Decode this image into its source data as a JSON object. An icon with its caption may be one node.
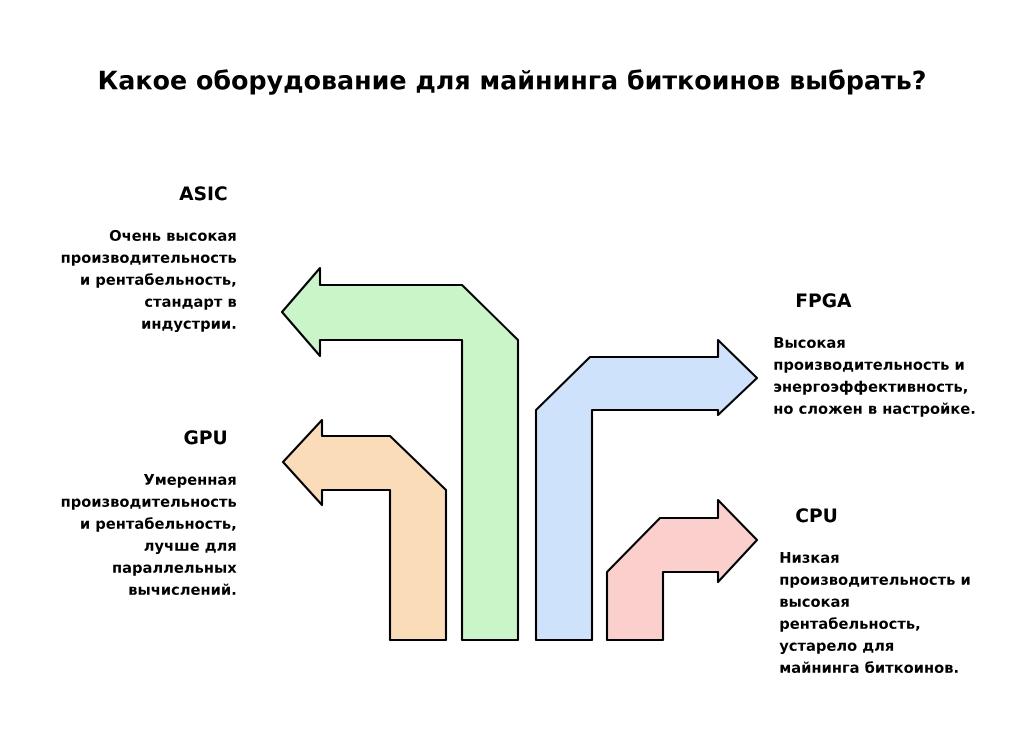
{
  "diagram": {
    "title": "Какое оборудование для майнинга биткоинов выбрать?",
    "nodes": [
      {
        "text": [
          "ASIC",
          "Очень высокая производительность и рентабельность, стандарт в индустрии."
        ]
      },
      {
        "text": [
          "FPGA",
          "Высокая производительность и энергоэффективность, но сложен в настройке."
        ]
      },
      {
        "text": [
          "GPU",
          "Умеренная производительность и рентабельность, лучше для параллельных вычислений."
        ]
      },
      {
        "text": [
          "CPU",
          "Низкая производительность и высокая рентабельность, устарело для майнинга биткоинов."
        ]
      }
    ]
  }
}
